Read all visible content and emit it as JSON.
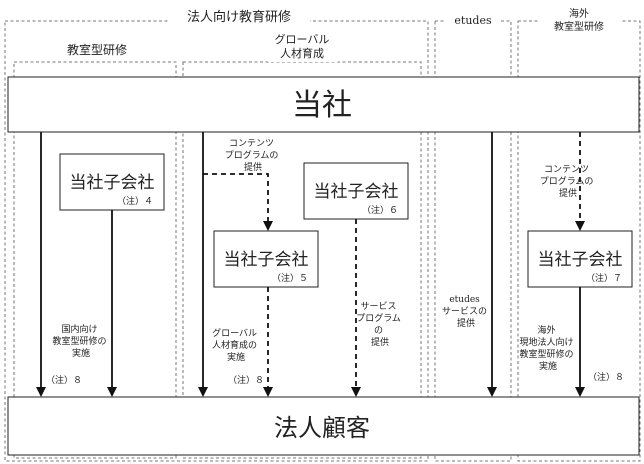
{
  "sections": {
    "corporate_training": "法人向け教育研修",
    "classroom": "教室型研修",
    "global_line1": "グローバル",
    "global_line2": "人材育成",
    "etudes": "etudes",
    "overseas_line1": "海外",
    "overseas_line2": "教室型研修"
  },
  "company": "当社",
  "customer": "法人顧客",
  "subsidiaries": [
    {
      "label": "当社子会社",
      "note": "（注）４"
    },
    {
      "label": "当社子会社",
      "note": "（注）５"
    },
    {
      "label": "当社子会社",
      "note": "（注）６"
    },
    {
      "label": "当社子会社",
      "note": "（注）７"
    }
  ],
  "labels": {
    "content_a": [
      "コンテンツ",
      "プログラムの",
      "提供"
    ],
    "content_b": [
      "コンテンツ",
      "プログラムの",
      "提供"
    ],
    "domestic": [
      "国内向け",
      "教室型研修の",
      "実施"
    ],
    "global_impl": [
      "グローバル",
      "人材育成の",
      "実施"
    ],
    "service": [
      "サービス",
      "プログラム",
      "の",
      "提供"
    ],
    "etudes_service": [
      "etudes",
      "サービスの",
      "提供"
    ],
    "overseas_impl": [
      "海外",
      "現地法人向け",
      "教室型研修の",
      "実施"
    ]
  },
  "notes": {
    "left": "（注）８",
    "middle": "（注）８",
    "right": "（注）８"
  }
}
